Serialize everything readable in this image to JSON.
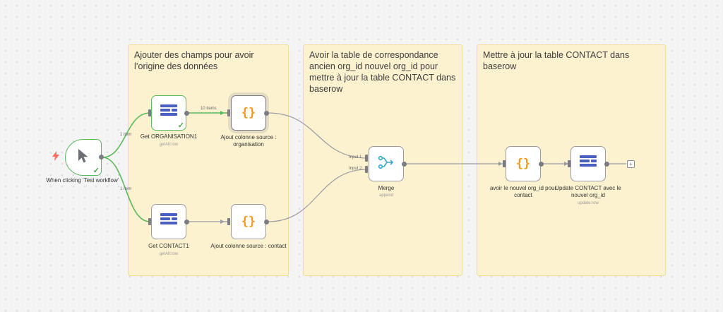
{
  "stickies": [
    {
      "text": "Ajouter des champs pour avoir l’origine des données"
    },
    {
      "text": "Avoir la table de correspondance ancien org_id nouvel org_id pour mettre à jour la table CONTACT dans baserow"
    },
    {
      "text": "Mettre à jour la table CONTACT dans baserow"
    }
  ],
  "nodes": {
    "trigger": {
      "label": "When clicking ‘Test workflow’",
      "icon": "cursor-icon",
      "status": "success"
    },
    "get_org": {
      "label": "Get ORGANISATION1",
      "sub": "getAll:row",
      "icon": "baserow-icon",
      "status": "success"
    },
    "get_contact": {
      "label": "Get CONTACT1",
      "sub": "getAll:row",
      "icon": "baserow-icon"
    },
    "ajout_org": {
      "label": "Ajout colonne source : organisation",
      "icon": "code-braces-icon"
    },
    "ajout_contact": {
      "label": "Ajout colonne source : contact",
      "icon": "code-braces-icon"
    },
    "merge": {
      "label": "Merge",
      "sub": "append",
      "icon": "merge-icon"
    },
    "avoir_org": {
      "label": "avoir le nouvel org_id pour contact",
      "icon": "code-braces-icon"
    },
    "update_contact": {
      "label": "Update CONTACT avec le nouvel org_id",
      "sub": "update:row",
      "icon": "baserow-icon"
    }
  },
  "edges": {
    "trigger_org_count": "1 item",
    "trigger_contact_count": "1 item",
    "org_ajout_count": "10 items"
  },
  "merge_inputs": [
    "Input 1",
    "Input 2"
  ],
  "colors": {
    "success": "#5bb85d",
    "sticky": "#fdf2cf",
    "code": "#f59a1d",
    "baserow": "#4a5fc1",
    "merge": "#3aa7c8",
    "trigger_bolt": "#ff6d5a"
  }
}
